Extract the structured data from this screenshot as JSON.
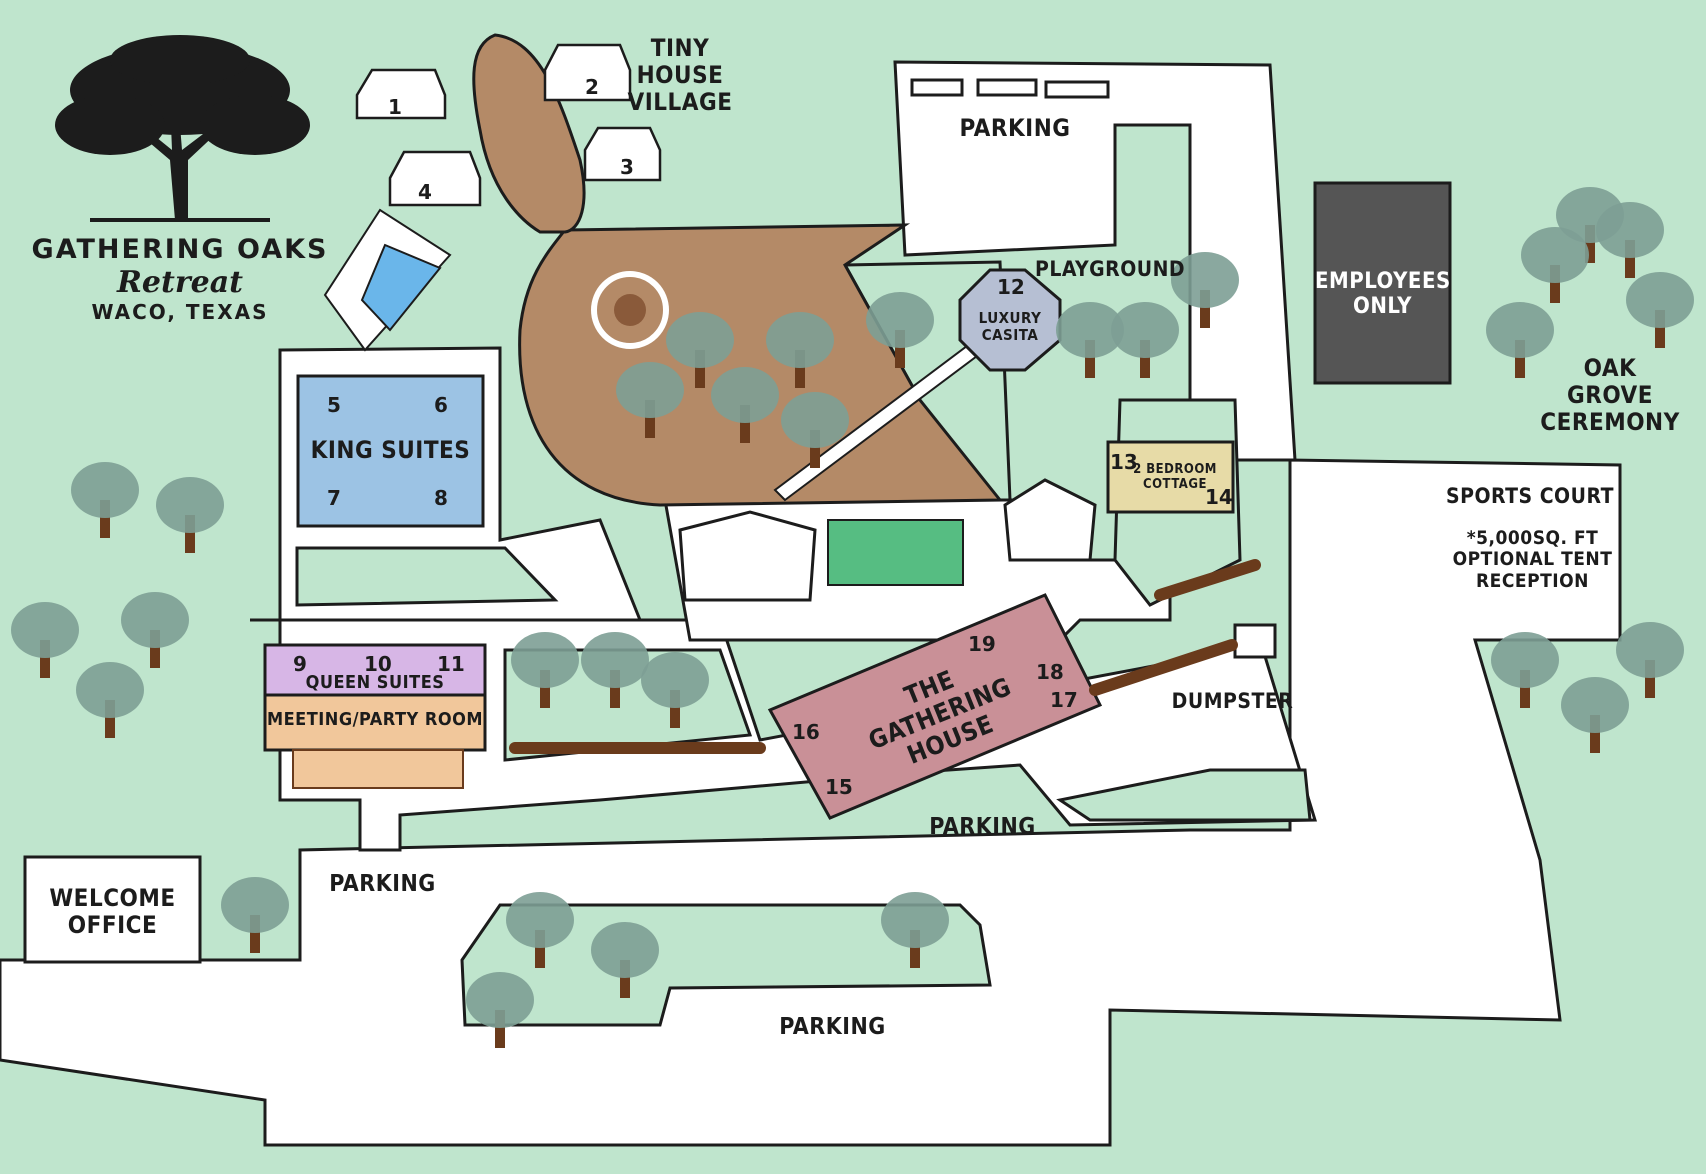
{
  "brand": {
    "name": "GATHERING OAKS",
    "script": "Retreat",
    "location": "WACO, TEXAS"
  },
  "labels": {
    "tiny_house_village": "TINY\nHOUSE\nVILLAGE",
    "parking_top": "PARKING",
    "playground": "PLAYGROUND",
    "employees_only": "EMPLOYEES\nONLY",
    "oak_grove": "OAK\nGROVE\nCEREMONY",
    "king_suites": "KING SUITES",
    "luxury_casita": "LUXURY\nCASITA",
    "two_bedroom": "2 BEDROOM\nCOTTAGE",
    "sports_court": "SPORTS COURT",
    "sports_court_note": "*5,000SQ. FT\nOPTIONAL TENT\nRECEPTION",
    "queen_suites": "QUEEN SUITES",
    "meeting_room": "MEETING/PARTY ROOM",
    "gathering_house": "THE GATHERING\nHOUSE",
    "dumpster": "DUMPSTER",
    "parking_center": "PARKING",
    "parking_left": "PARKING",
    "parking_bottom": "PARKING",
    "welcome_office": "WELCOME\nOFFICE"
  },
  "units": {
    "u1": "1",
    "u2": "2",
    "u3": "3",
    "u4": "4",
    "u5": "5",
    "u6": "6",
    "u7": "7",
    "u8": "8",
    "u9": "9",
    "u10": "10",
    "u11": "11",
    "u12": "12",
    "u13": "13",
    "u14": "14",
    "u15": "15",
    "u16": "16",
    "u17": "17",
    "u18": "18",
    "u19": "19"
  },
  "colors": {
    "grass": "#bfe5cd",
    "road": "#ffffff",
    "dirt": "#b48a67",
    "pool": "#6ab6ea",
    "king_suites": "#9cc3e4",
    "queen_suites": "#d7b6e6",
    "meeting_room": "#f1c79b",
    "gathering_house": "#c99097",
    "casita": "#b6bfd3",
    "cottage": "#e7dba7",
    "employees": "#555555",
    "lawn": "#56bd82",
    "tree_canopy": "#7d9e95",
    "tree_trunk": "#6a3b1c"
  }
}
